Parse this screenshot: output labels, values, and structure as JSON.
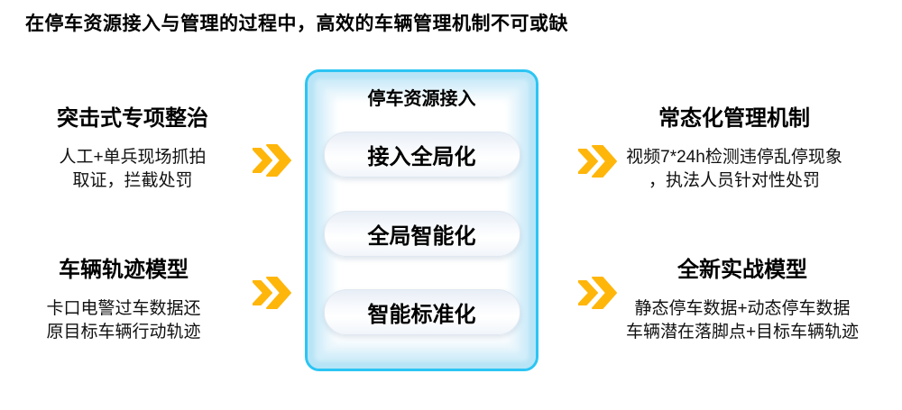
{
  "header": {
    "title": "在停车资源接入与管理的过程中，高效的车辆管理机制不可或缺"
  },
  "center_box": {
    "title": "停车资源接入",
    "pills": [
      {
        "label": "接入全局化"
      },
      {
        "label": "全局智能化"
      },
      {
        "label": "智能标准化"
      }
    ]
  },
  "left_column": {
    "blocks": [
      {
        "title": "突击式专项整治",
        "lines": [
          "人工+单兵现场抓拍",
          "取证，拦截处罚"
        ]
      },
      {
        "title": "车辆轨迹模型",
        "lines": [
          "卡口电警过车数据还",
          "原目标车辆行动轨迹"
        ]
      }
    ]
  },
  "right_column": {
    "blocks": [
      {
        "title": "常态化管理机制",
        "lines": [
          "视频7*24h检测违停乱停现象",
          "，执法人员针对性处罚"
        ]
      },
      {
        "title": "全新实战模型",
        "lines": [
          "静态停车数据+动态停车数据",
          "车辆潜在落脚点+目标车辆轨迹"
        ]
      }
    ]
  },
  "colors": {
    "arrow": "#FFB60A",
    "box_border": "#2BC5F4",
    "box_ring1": "#B7E4F6",
    "box_ring2": "#D3EEFA",
    "box_ring3": "#E9F6FC",
    "pill_border": "#E0E8F1",
    "text": "#000000"
  }
}
